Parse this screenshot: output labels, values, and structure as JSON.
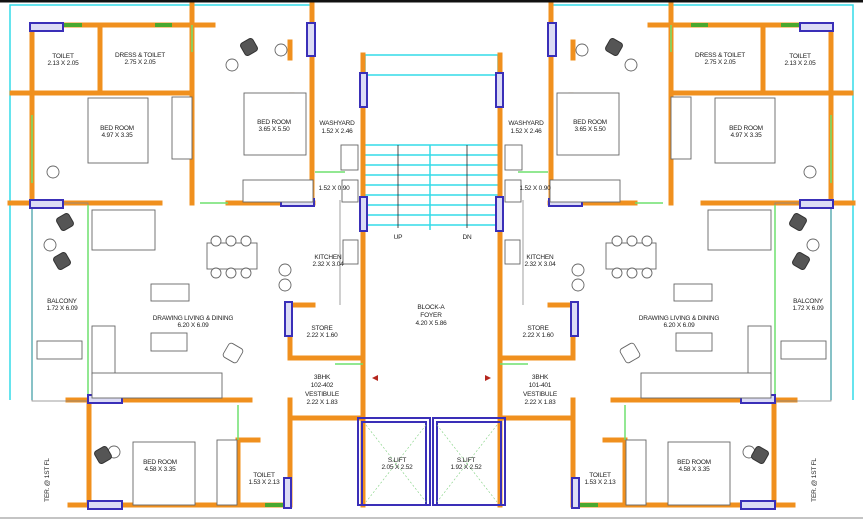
{
  "plan": {
    "title": "BLOCK-A",
    "foyer": {
      "name": "BLOCK-A",
      "sub": "FOYER",
      "dims": "4.20 X 5.86"
    },
    "stairs": {
      "up": "UP",
      "down": "DN"
    },
    "left_unit": {
      "toilet_top": {
        "name": "TOILET",
        "dims": "2.13 X 2.05"
      },
      "dress_toilet": {
        "name": "DRESS & TOILET",
        "dims": "2.75 X 2.05"
      },
      "bedroom_master": {
        "name": "BED ROOM",
        "dims": "4.97 X 3.35"
      },
      "bedroom_2": {
        "name": "BED ROOM",
        "dims": "3.65 X 5.50"
      },
      "washyard": {
        "name": "WASHYARD",
        "dims": "1.52 X 2.46"
      },
      "utility": {
        "dims": "1.52 X 0.90"
      },
      "kitchen": {
        "name": "KITCHEN",
        "dims": "2.32 X 3.04"
      },
      "balcony": {
        "name": "BALCONY",
        "dims": "1.72 X 6.09"
      },
      "living": {
        "name": "DRAWING LIVING & DINING",
        "dims": "6.20 X 6.09"
      },
      "store": {
        "name": "STORE",
        "dims": "2.22 X 1.60"
      },
      "vestibule": {
        "type": "3BHK",
        "units": "102-402",
        "name": "VESTIBULE",
        "dims": "2.22 X 1.83"
      },
      "bedroom_3": {
        "name": "BED ROOM",
        "dims": "4.58 X 3.35"
      },
      "toilet_bottom": {
        "name": "TOILET",
        "dims": "1.53 X 2.13"
      },
      "lift": {
        "name": "S.LIFT",
        "dims": "2.05 X 2.52"
      },
      "terrace": {
        "name": "TER. @ 1ST FL"
      }
    },
    "right_unit": {
      "toilet_top": {
        "name": "TOILET",
        "dims": "2.13 X 2.05"
      },
      "dress_toilet": {
        "name": "DRESS & TOILET",
        "dims": "2.75 X 2.05"
      },
      "bedroom_master": {
        "name": "BED ROOM",
        "dims": "4.97 X 3.35"
      },
      "bedroom_2": {
        "name": "BED ROOM",
        "dims": "3.65 X 5.50"
      },
      "washyard": {
        "name": "WASHYARD",
        "dims": "1.52 X 2.46"
      },
      "utility": {
        "dims": "1.52 X 0.90"
      },
      "kitchen": {
        "name": "KITCHEN",
        "dims": "2.32 X 3.04"
      },
      "balcony": {
        "name": "BALCONY",
        "dims": "1.72 X 6.09"
      },
      "living": {
        "name": "DRAWING LIVING & DINING",
        "dims": "6.20 X 6.09"
      },
      "store": {
        "name": "STORE",
        "dims": "2.22 X 1.60"
      },
      "vestibule": {
        "type": "3BHK",
        "units": "101-401",
        "name": "VESTIBULE",
        "dims": "2.22 X 1.83"
      },
      "bedroom_3": {
        "name": "BED ROOM",
        "dims": "4.58 X 3.35"
      },
      "toilet_bottom": {
        "name": "TOILET",
        "dims": "1.53 X 2.13"
      },
      "lift": {
        "name": "S.LIFT",
        "dims": "1.92 X 2.52"
      },
      "terrace": {
        "name": "TER. @ 1ST FL"
      }
    },
    "colors": {
      "wall": "#f0901e",
      "window": "#3a2fb8",
      "door": "#6fe06f",
      "outline": "#33dbe8",
      "entry_arrow": "#b5261e"
    }
  }
}
